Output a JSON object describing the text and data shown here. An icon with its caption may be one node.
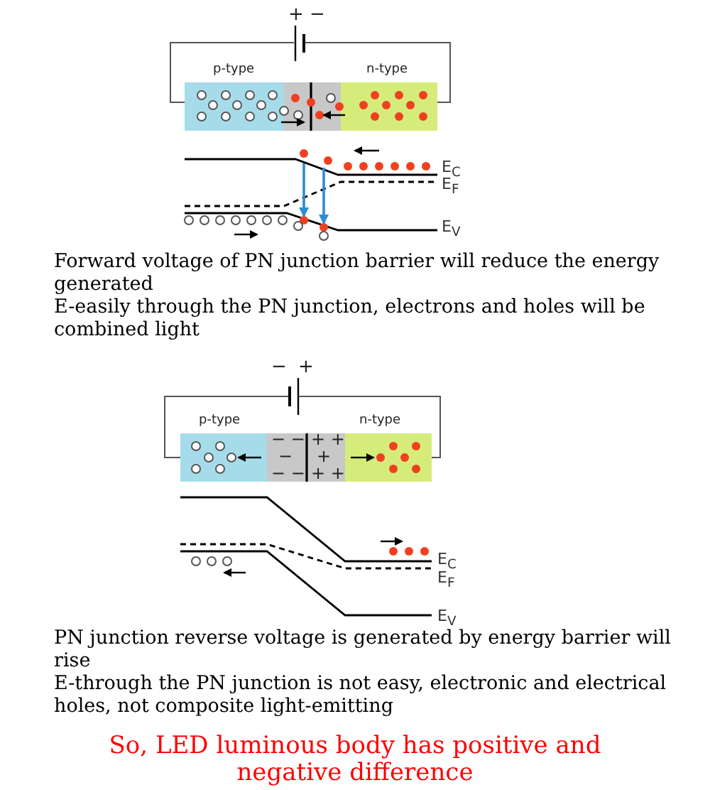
{
  "diagram": {
    "labels": [
      "+",
      "−",
      "p-type",
      "n-type",
      "E$_{C}$",
      "E$_{F}$",
      "E$_{V}$",
      "Forward voltage of PN junction barrier will reduce the energy generated",
      "E-easily through the PN junction, electrons and holes will be combined light",
      "−",
      "+",
      "p-type",
      "n-type",
      "− −",
      "−",
      "− −",
      "+ +",
      "+",
      "+ +",
      "E$_{C}$",
      "E$_{F}$",
      "E$_{V}$",
      "PN junction reverse voltage is generated by energy barrier will rise",
      "E-through the PN junction is not easy, electronic and electrical holes, not composite light-emitting",
      "So, LED luminous body has positive and negative difference"
    ]
  }
}
